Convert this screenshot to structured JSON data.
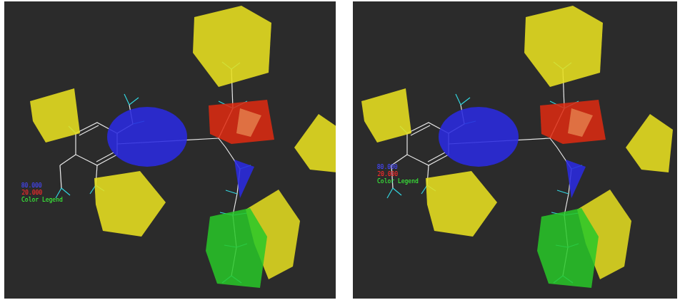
{
  "diagram": {
    "labels": [
      "80.000",
      "20.000",
      "Color Legend",
      "80.000",
      "20.000",
      "Color Legend"
    ]
  }
}
